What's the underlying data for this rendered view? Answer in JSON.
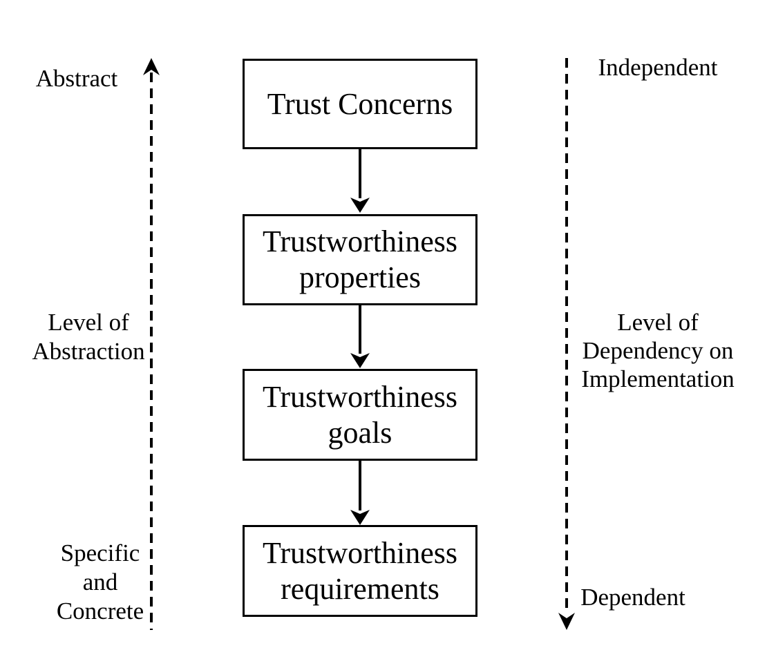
{
  "colors": {
    "ink": "#000000",
    "background": "#ffffff"
  },
  "flow": {
    "boxes": [
      {
        "lines": [
          "Trust Concerns"
        ]
      },
      {
        "lines": [
          "Trustworthiness",
          "properties"
        ]
      },
      {
        "lines": [
          "Trustworthiness",
          "goals"
        ]
      },
      {
        "lines": [
          "Trustworthiness",
          "requirements"
        ]
      }
    ]
  },
  "left_axis": {
    "direction": "up",
    "top_label": "Abstract",
    "mid_lines": [
      "Level of",
      "Abstraction"
    ],
    "bottom_lines": [
      "Specific",
      "and",
      "Concrete"
    ]
  },
  "right_axis": {
    "direction": "down",
    "top_label": "Independent",
    "mid_lines": [
      "Level of",
      "Dependency on",
      "Implementation"
    ],
    "bottom_label": "Dependent"
  },
  "icons": {
    "left_axis_arrow": "dashed-up-arrow",
    "right_axis_arrow": "dashed-down-arrow",
    "flow_connector": "solid-down-arrow"
  }
}
